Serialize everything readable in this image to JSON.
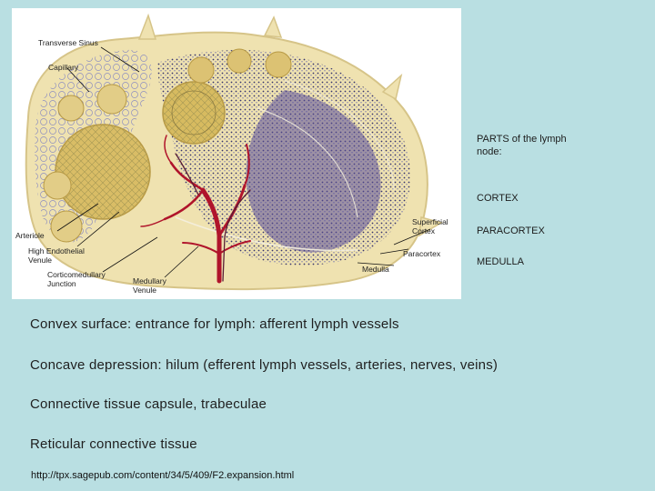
{
  "figure": {
    "labels": {
      "transverse_sinus": "Transverse Sinus",
      "capillary": "Capillary",
      "arteriole": "Arteriole",
      "high_endothelial_venule": "High Endothelial\nVenule",
      "corticomedullary_junction": "Corticomedullary\nJunction",
      "medullary_venule": "Medullary\nVenule",
      "superficial_cortex": "Superficial\nCortex",
      "paracortex": "Paracortex",
      "medulla": "Medulla"
    }
  },
  "side_notes": {
    "heading": "PARTS of the lymph\n node:",
    "items": [
      "CORTEX",
      "PARACORTEX",
      "MEDULLA"
    ]
  },
  "bullets": [
    "Convex surface: entrance for lymph: afferent lymph vessels",
    "Concave depression: hilum (efferent lymph vessels, arteries, nerves, veins)",
    "Connective tissue capsule, trabeculae",
    "Reticular connective tissue"
  ],
  "source": "http://tpx.sagepub.com/content/34/5/409/F2.expansion.html",
  "colors": {
    "background": "#b9dfe2",
    "capsule": "#efe2b0",
    "follicle": "#d9bd66",
    "paracortex": "#4b4a8e",
    "vessel_red": "#b0142b"
  }
}
